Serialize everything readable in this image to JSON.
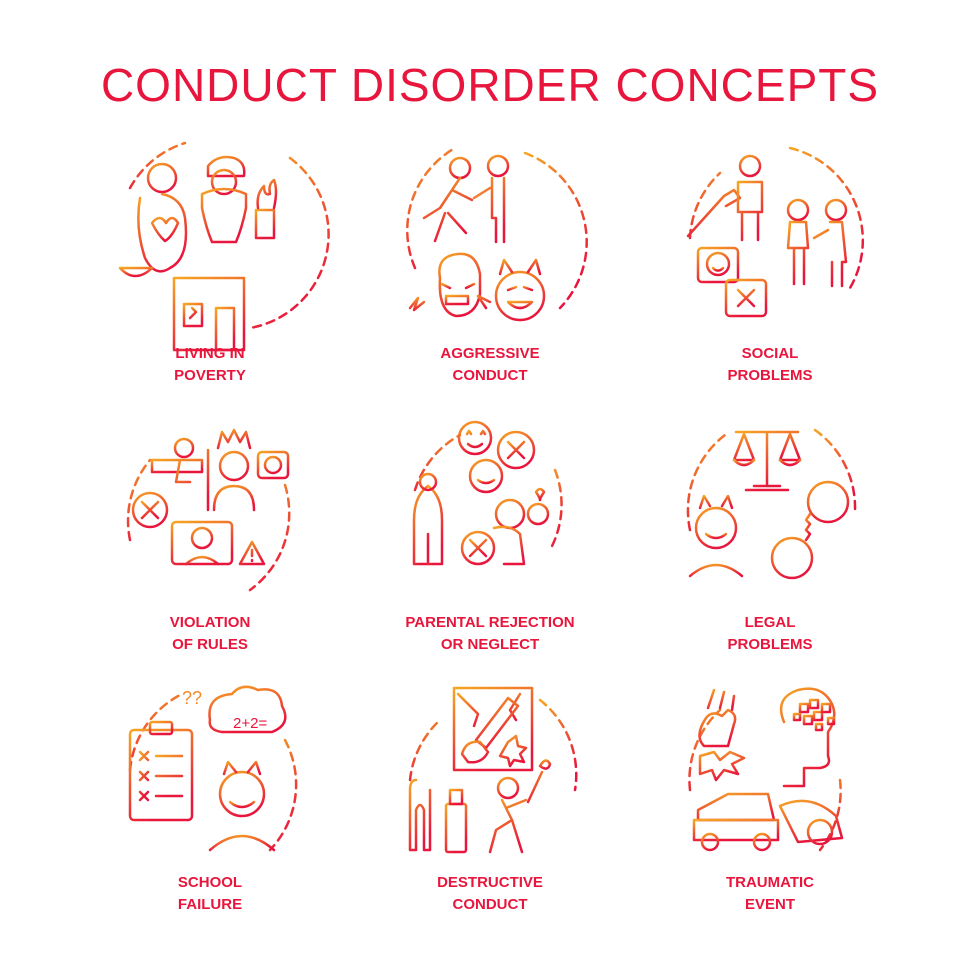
{
  "page": {
    "title": "CONDUCT DISORDER CONCEPTS"
  },
  "colors": {
    "gradient_start": "#f6a623",
    "gradient_end": "#e8163d",
    "text": "#e8163d"
  },
  "concepts": [
    {
      "line1": "LIVING IN",
      "line2": "POVERTY",
      "icon": "poverty-icon"
    },
    {
      "line1": "AGGRESSIVE",
      "line2": "CONDUCT",
      "icon": "aggressive-conduct-icon"
    },
    {
      "line1": "SOCIAL",
      "line2": "PROBLEMS",
      "icon": "social-problems-icon"
    },
    {
      "line1": "VIOLATION",
      "line2": "OF RULES",
      "icon": "violation-of-rules-icon"
    },
    {
      "line1": "PARENTAL REJECTION",
      "line2": "OR NEGLECT",
      "icon": "parental-rejection-icon"
    },
    {
      "line1": "LEGAL",
      "line2": "PROBLEMS",
      "icon": "legal-problems-icon"
    },
    {
      "line1": "SCHOOL",
      "line2": "FAILURE",
      "icon": "school-failure-icon"
    },
    {
      "line1": "DESTRUCTIVE",
      "line2": "CONDUCT",
      "icon": "destructive-conduct-icon"
    },
    {
      "line1": "TRAUMATIC",
      "line2": "EVENT",
      "icon": "traumatic-event-icon"
    }
  ],
  "icon_texts": {
    "math_bubble": "2+2=",
    "question_marks": "??"
  }
}
